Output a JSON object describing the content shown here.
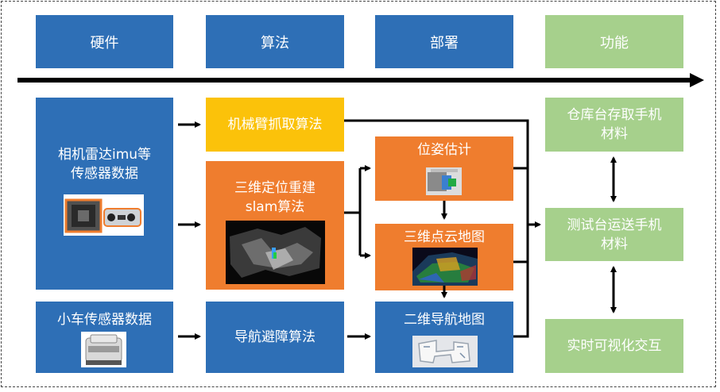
{
  "headers": [
    "硬件",
    "算法",
    "部署",
    "功能"
  ],
  "hardware": {
    "sensor_block": "相机雷达imu等\n传感器数据",
    "car_sensor": "小车传感器数据"
  },
  "algorithms": {
    "arm_grasp": "机械臂抓取算法",
    "slam": "三维定位重建\nslam算法",
    "navigation": "导航避障算法"
  },
  "deployment": {
    "pose": "位姿估计",
    "pointcloud": "三维点云地图",
    "map2d": "二维导航地图"
  },
  "functions": {
    "warehouse": "仓库台存取手机\n材料",
    "transport": "测试台运送手机\n材料",
    "hci": "实时可视化交互"
  },
  "colors": {
    "blue": "#2e6fb6",
    "green": "#a6d08c",
    "orange": "#ef7d2e",
    "yellow": "#fbc20a"
  }
}
